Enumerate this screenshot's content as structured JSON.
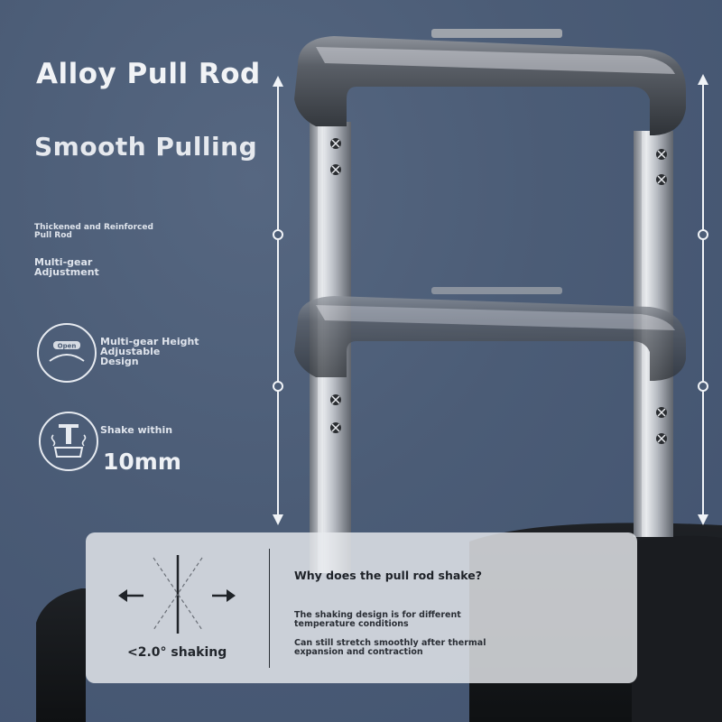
{
  "headline": "Alloy Pull Rod",
  "subheadline": "Smooth Pulling",
  "features": {
    "thickened": "Thickened and Reinforced Pull Rod",
    "multigear_adjust": "Multi-gear Adjustment",
    "height_adjust": "Multi-gear Height Adjustable Design",
    "shake_label": "Shake within",
    "shake_value": "10mm",
    "icon_badge": "Open"
  },
  "panel": {
    "question": "Why does the pull rod shake?",
    "answer_1": "The shaking design is for different temperature conditions",
    "answer_2": "Can still stretch smoothly after thermal expansion and contraction",
    "shake_angle": "<2.0° shaking"
  },
  "icons": [
    "height-adjust-icon",
    "shake-icon",
    "arrow-left-icon",
    "arrow-right-icon",
    "up-down-arrow-icon"
  ],
  "colors": {
    "background": "#4a5b74",
    "text_light": "#f1f3f6",
    "panel": "#e8eaee",
    "metal": "#9a9ea6"
  }
}
